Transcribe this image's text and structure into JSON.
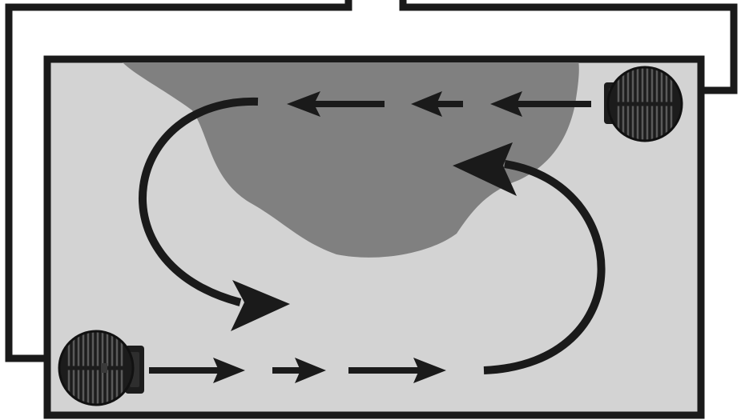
{
  "diagram": {
    "type": "aquarium-flow-diagram",
    "colors": {
      "background": "#ffffff",
      "tank_fill": "#d3d3d3",
      "tank_border": "#1a1a1a",
      "rock": "#808080",
      "arrows": "#1a1a1a",
      "cable": "#1a1a1a",
      "pump_body": "#1c1c1c",
      "pump_grille": "#5a5a5a"
    },
    "elements": {
      "pumps": [
        {
          "name": "top-right-wavemaker-pump",
          "icon": "circulation-pump-icon"
        },
        {
          "name": "bottom-left-wavemaker-pump",
          "icon": "circulation-pump-icon"
        }
      ],
      "rock": {
        "name": "rock-formation"
      },
      "flow": [
        "straight-flow-top",
        "curved-flow-left",
        "straight-flow-bottom",
        "curved-flow-right"
      ]
    }
  }
}
